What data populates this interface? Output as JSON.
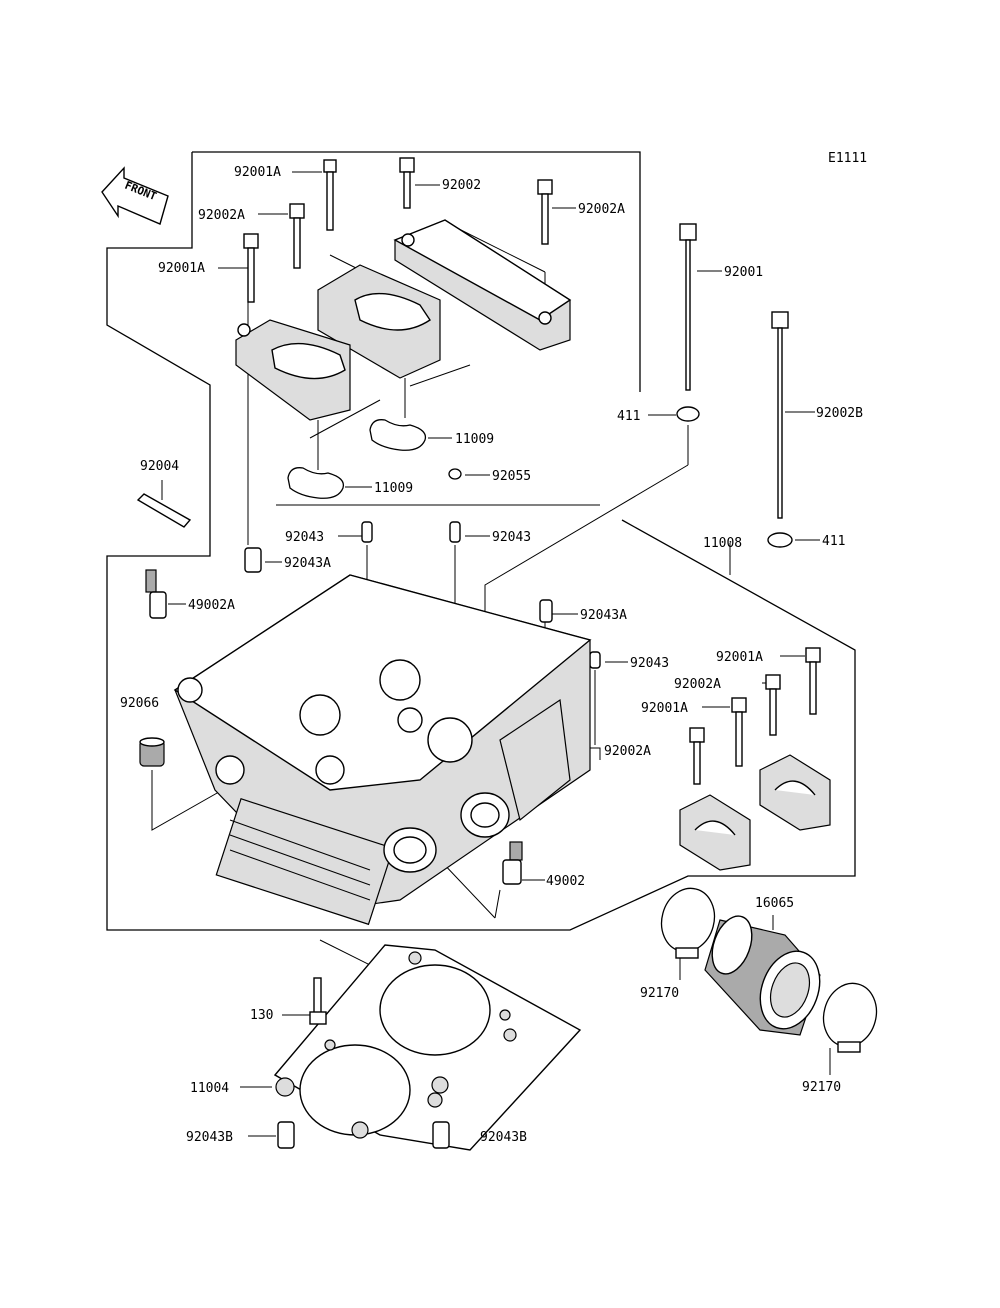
{
  "diagram": {
    "ref_code": "E1111",
    "front_label": "FRONT",
    "labels": {
      "p92001A_top": "92001A",
      "p92002_top": "92002",
      "p92002A_top_left": "92002A",
      "p92002A_top_right": "92002A",
      "p92001A_left": "92001A",
      "p92001_right": "92001",
      "p411_upper": "411",
      "p92002B": "92002B",
      "p411_lower": "411",
      "p92004": "92004",
      "p11009_upper": "11009",
      "p11009_lower": "11009",
      "p92055": "92055",
      "p92043_left": "92043",
      "p92043_center": "92043",
      "p92043A_left": "92043A",
      "p11008": "11008",
      "p49002A": "49002A",
      "p92043A_right": "92043A",
      "p92043_right": "92043",
      "p92001A_cap_top": "92001A",
      "p92002A_cap": "92002A",
      "p92001A_cap_mid": "92001A",
      "p92066": "92066",
      "p92002A_lower": "92002A",
      "p49002": "49002",
      "p16065": "16065",
      "p92170_left": "92170",
      "p92170_right": "92170",
      "p130": "130",
      "p11004": "11004",
      "p92043B_left": "92043B",
      "p92043B_right": "92043B"
    }
  }
}
